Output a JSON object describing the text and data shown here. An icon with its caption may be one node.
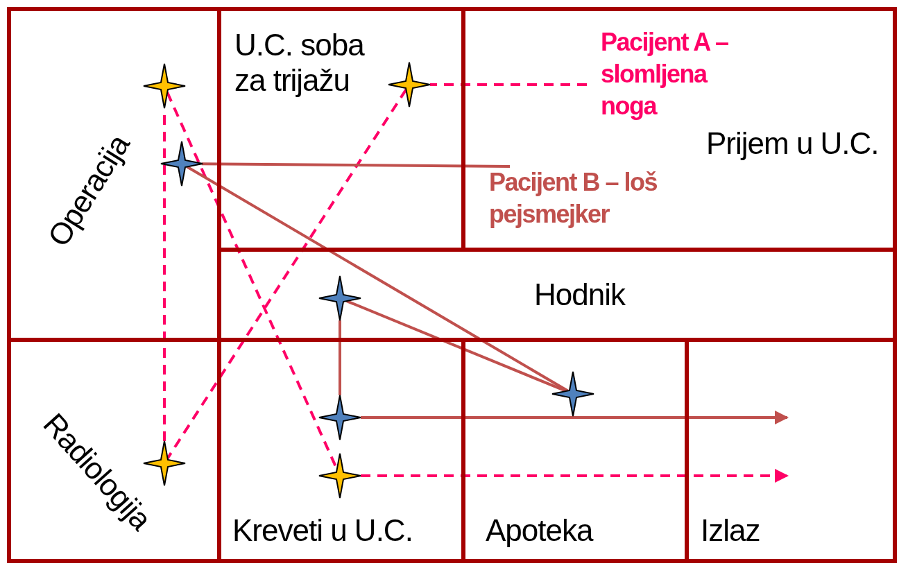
{
  "diagram": {
    "nodes": [
      {
        "text": [
          "Operacija"
        ]
      },
      {
        "text": [],
        "shape": "star",
        "in": 0
      },
      {
        "text": [],
        "shape": "star",
        "in": 0
      },
      {
        "text": [
          "U.C. soba za trijažu"
        ]
      },
      {
        "text": [],
        "shape": "star",
        "in": 3
      },
      {
        "text": [
          "Prijem u U.C."
        ]
      },
      {
        "text": [
          "Pacijent A – slomljena noga"
        ],
        "in": 5
      },
      {
        "text": [
          "Pacijent B – loš pejsmejker"
        ],
        "in": 5
      },
      {
        "text": [
          "Hodnik"
        ]
      },
      {
        "text": [],
        "shape": "star",
        "in": 8
      },
      {
        "text": [
          "Radiologija"
        ]
      },
      {
        "text": [],
        "shape": "star",
        "in": 10
      },
      {
        "text": [
          "Kreveti u U.C."
        ]
      },
      {
        "text": [],
        "shape": "star",
        "in": 12
      },
      {
        "text": [],
        "shape": "star",
        "in": 12
      },
      {
        "text": [
          "Apoteka"
        ]
      },
      {
        "text": [],
        "shape": "star",
        "in": 15
      },
      {
        "text": [
          "Izlaz"
        ]
      }
    ],
    "edges": [
      {
        "from": 6,
        "to": 4,
        "arrow": "none",
        "style": "dashed",
        "color": "#ff0066"
      },
      {
        "from": 4,
        "to": 11,
        "arrow": "none",
        "style": "dashed",
        "color": "#ff0066"
      },
      {
        "from": 11,
        "to": 1,
        "arrow": "none",
        "style": "dashed",
        "color": "#ff0066"
      },
      {
        "from": 1,
        "to": 14,
        "arrow": "none",
        "style": "dashed",
        "color": "#ff0066"
      },
      {
        "from": 14,
        "to": 17,
        "arrow": "to",
        "style": "dashed",
        "color": "#ff0066"
      },
      {
        "from": 7,
        "to": 2,
        "arrow": "none"
      },
      {
        "from": 2,
        "to": 16,
        "arrow": "none"
      },
      {
        "from": 16,
        "to": 9,
        "arrow": "none"
      },
      {
        "from": 9,
        "to": 13,
        "arrow": "none"
      },
      {
        "from": 13,
        "to": 17,
        "arrow": "to"
      }
    ]
  }
}
